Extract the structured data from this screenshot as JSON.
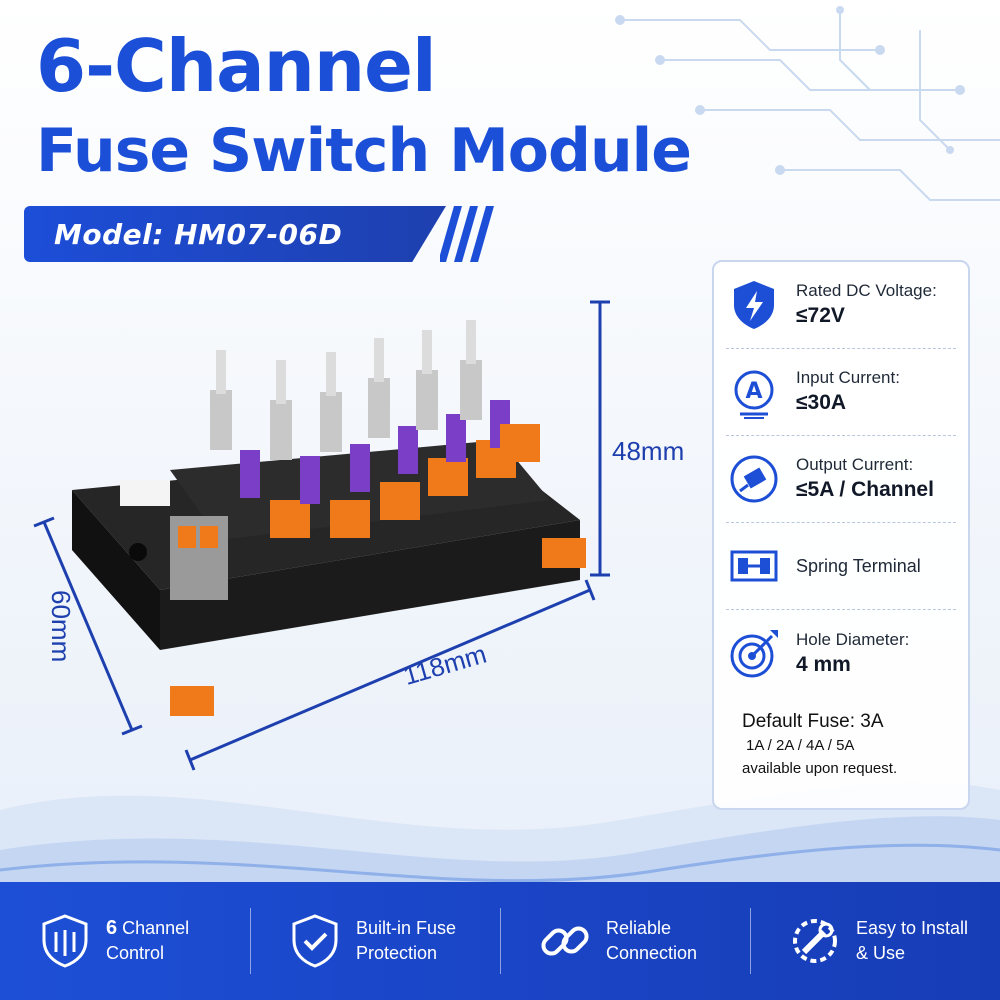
{
  "title": {
    "line1": "6-Channel",
    "line2": "Fuse Switch Module"
  },
  "model": "Model: HM07-06D",
  "dimensions": {
    "height": "48mm",
    "length": "118mm",
    "width": "60mm"
  },
  "specs": [
    {
      "icon": "shield-bolt-icon",
      "label": "Rated DC Voltage:",
      "value": "≤72V"
    },
    {
      "icon": "ampere-icon",
      "label": "Input Current:",
      "value": "≤30A"
    },
    {
      "icon": "output-current-icon",
      "label": "Output Current:",
      "value": "≤5A / Channel"
    },
    {
      "icon": "spring-terminal-icon",
      "label": "Spring Terminal",
      "value": ""
    },
    {
      "icon": "target-icon",
      "label": "Hole Diameter:",
      "value": "4 mm"
    }
  ],
  "fuse": {
    "title": "Default Fuse: 3A",
    "options": "1A / 2A / 4A / 5A",
    "note": "available upon request."
  },
  "features": [
    {
      "icon": "shield-stripes-icon",
      "bold": "6",
      "line1": " Channel",
      "line2": "Control"
    },
    {
      "icon": "shield-check-icon",
      "bold": "",
      "line1": "Built-in Fuse",
      "line2": "Protection"
    },
    {
      "icon": "link-icon",
      "bold": "",
      "line1": "Reliable",
      "line2": "Connection"
    },
    {
      "icon": "wrench-gear-icon",
      "bold": "",
      "line1": "Easy to Install",
      "line2": "& Use"
    }
  ],
  "colors": {
    "brand_blue": "#1b4fd8",
    "bar_blue": "#1a45c6",
    "terminal_orange": "#f07a1a",
    "fuse_purple": "#7b3fc7"
  }
}
